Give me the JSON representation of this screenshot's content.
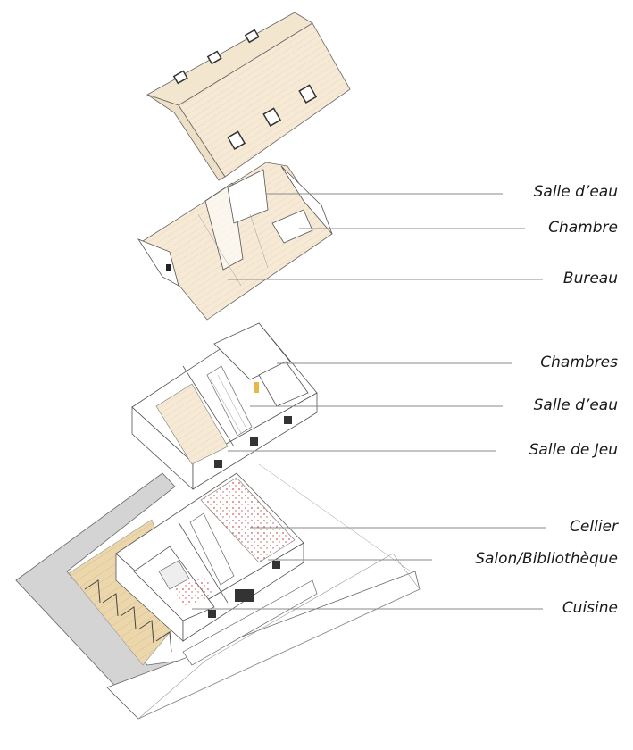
{
  "title": "Exploded axonometric of house",
  "labels": [
    {
      "id": "attic-salle-deau",
      "text": "Salle d’eau"
    },
    {
      "id": "attic-chambre",
      "text": "Chambre"
    },
    {
      "id": "attic-bureau",
      "text": "Bureau"
    },
    {
      "id": "first-chambres",
      "text": "Chambres"
    },
    {
      "id": "first-salle-deau",
      "text": "Salle d’eau"
    },
    {
      "id": "first-salle-de-jeu",
      "text": "Salle de Jeu"
    },
    {
      "id": "ground-cellier",
      "text": "Cellier"
    },
    {
      "id": "ground-salon",
      "text": "Salon/Bibliothèque"
    },
    {
      "id": "ground-cuisine",
      "text": "Cuisine"
    }
  ],
  "colors": {
    "roof": "#f6ead6",
    "terrace": "#ecd7ac",
    "ground": "#d4d4d4",
    "lines": "#8a8a8a"
  }
}
